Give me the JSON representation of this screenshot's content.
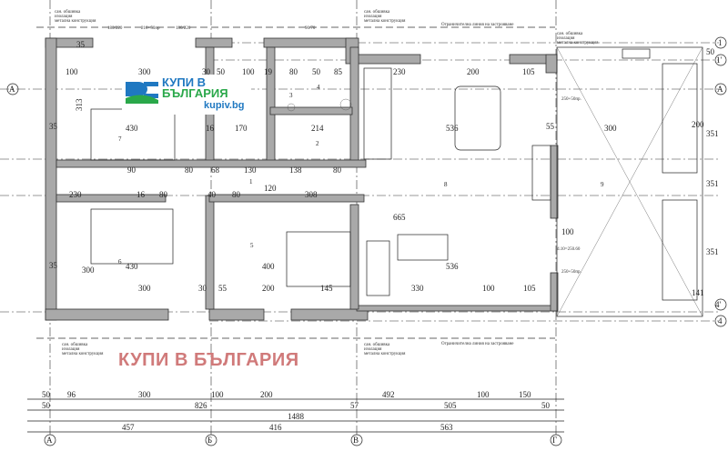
{
  "plan": {
    "axes_bottom": [
      "А",
      "Б",
      "В",
      "Г"
    ],
    "axes_right": [
      "1",
      "1'",
      "А",
      "4'",
      "4"
    ],
    "axis_left": "А",
    "limit_line_label": "Ограничителна линия на застрояване",
    "note_lines": [
      "сан. обшивка",
      "изолация",
      "метална конструкция"
    ],
    "rooms": [
      "1",
      "2",
      "3",
      "4",
      "5",
      "6",
      "7",
      "8",
      "9"
    ],
    "dims_row1": [
      "50",
      "96",
      "300",
      "100",
      "200",
      "492",
      "100",
      "150"
    ],
    "dims_row2": [
      "50",
      "826",
      "57",
      "505",
      "50"
    ],
    "dims_row3": [
      "1488"
    ],
    "dims_row4": [
      "457",
      "416",
      "563"
    ],
    "interior_dims": [
      "100",
      "300",
      "30",
      "50",
      "100",
      "19",
      "80",
      "50",
      "85",
      "430",
      "16",
      "170",
      "214",
      "313",
      "90",
      "80",
      "68",
      "130",
      "138",
      "80",
      "230",
      "16",
      "80",
      "40",
      "80",
      "308",
      "120",
      "430",
      "300",
      "400",
      "145",
      "300",
      "30",
      "55",
      "200",
      "230",
      "200",
      "105",
      "536",
      "300",
      "665",
      "330",
      "100",
      "105",
      "536",
      "100",
      "351",
      "351",
      "351",
      "200",
      "250+50пр.",
      "250+50пр.",
      "35",
      "35",
      "35",
      "55",
      "141",
      "50"
    ],
    "window_labels": [
      "180/220",
      "210+50пр",
      "180/220",
      "90/70",
      "d.10=250.60"
    ]
  },
  "logo": {
    "line1": "КУПИ В",
    "line2": "БЪЛГАРИЯ",
    "domain": "kupiv.bg"
  },
  "watermark": "КУПИ В БЪЛГАРИЯ",
  "colors": {
    "wall": "#a9a9a9",
    "logo_blue": "#1f78c1",
    "logo_green": "#2aa84a",
    "watermark": "#d07a7a"
  }
}
